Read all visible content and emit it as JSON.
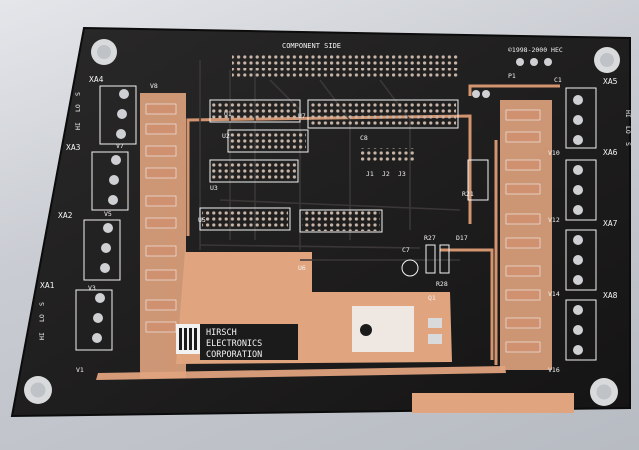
{
  "board": {
    "title": "COMPONENT SIDE",
    "copyright": "©1998-2000 HEC",
    "logo_lines": [
      "HIRSCH",
      "ELECTRONICS",
      "CORPORATION"
    ],
    "left_connectors": [
      "XA4",
      "XA3",
      "XA2",
      "XA1"
    ],
    "right_connectors": [
      "XA5",
      "XA6",
      "XA7",
      "XA8"
    ],
    "pin_labels": [
      "HI",
      "LO",
      "S"
    ],
    "ref_labels": [
      "V8",
      "V7",
      "V5",
      "V3",
      "V1",
      "V10",
      "V12",
      "V14",
      "V16",
      "U1",
      "U2",
      "U3",
      "U5",
      "U6",
      "U7",
      "P1",
      "Q1",
      "D17",
      "R27",
      "R28",
      "R21",
      "C7",
      "C8",
      "C1",
      "J1",
      "J2",
      "J3"
    ],
    "colors": {
      "solder_mask": "#1c1b1b",
      "copper": "#e0a47f",
      "copper_dark": "#c98d6a",
      "silkscreen": "#f2f2f2",
      "trace": "#2c2a29"
    }
  }
}
